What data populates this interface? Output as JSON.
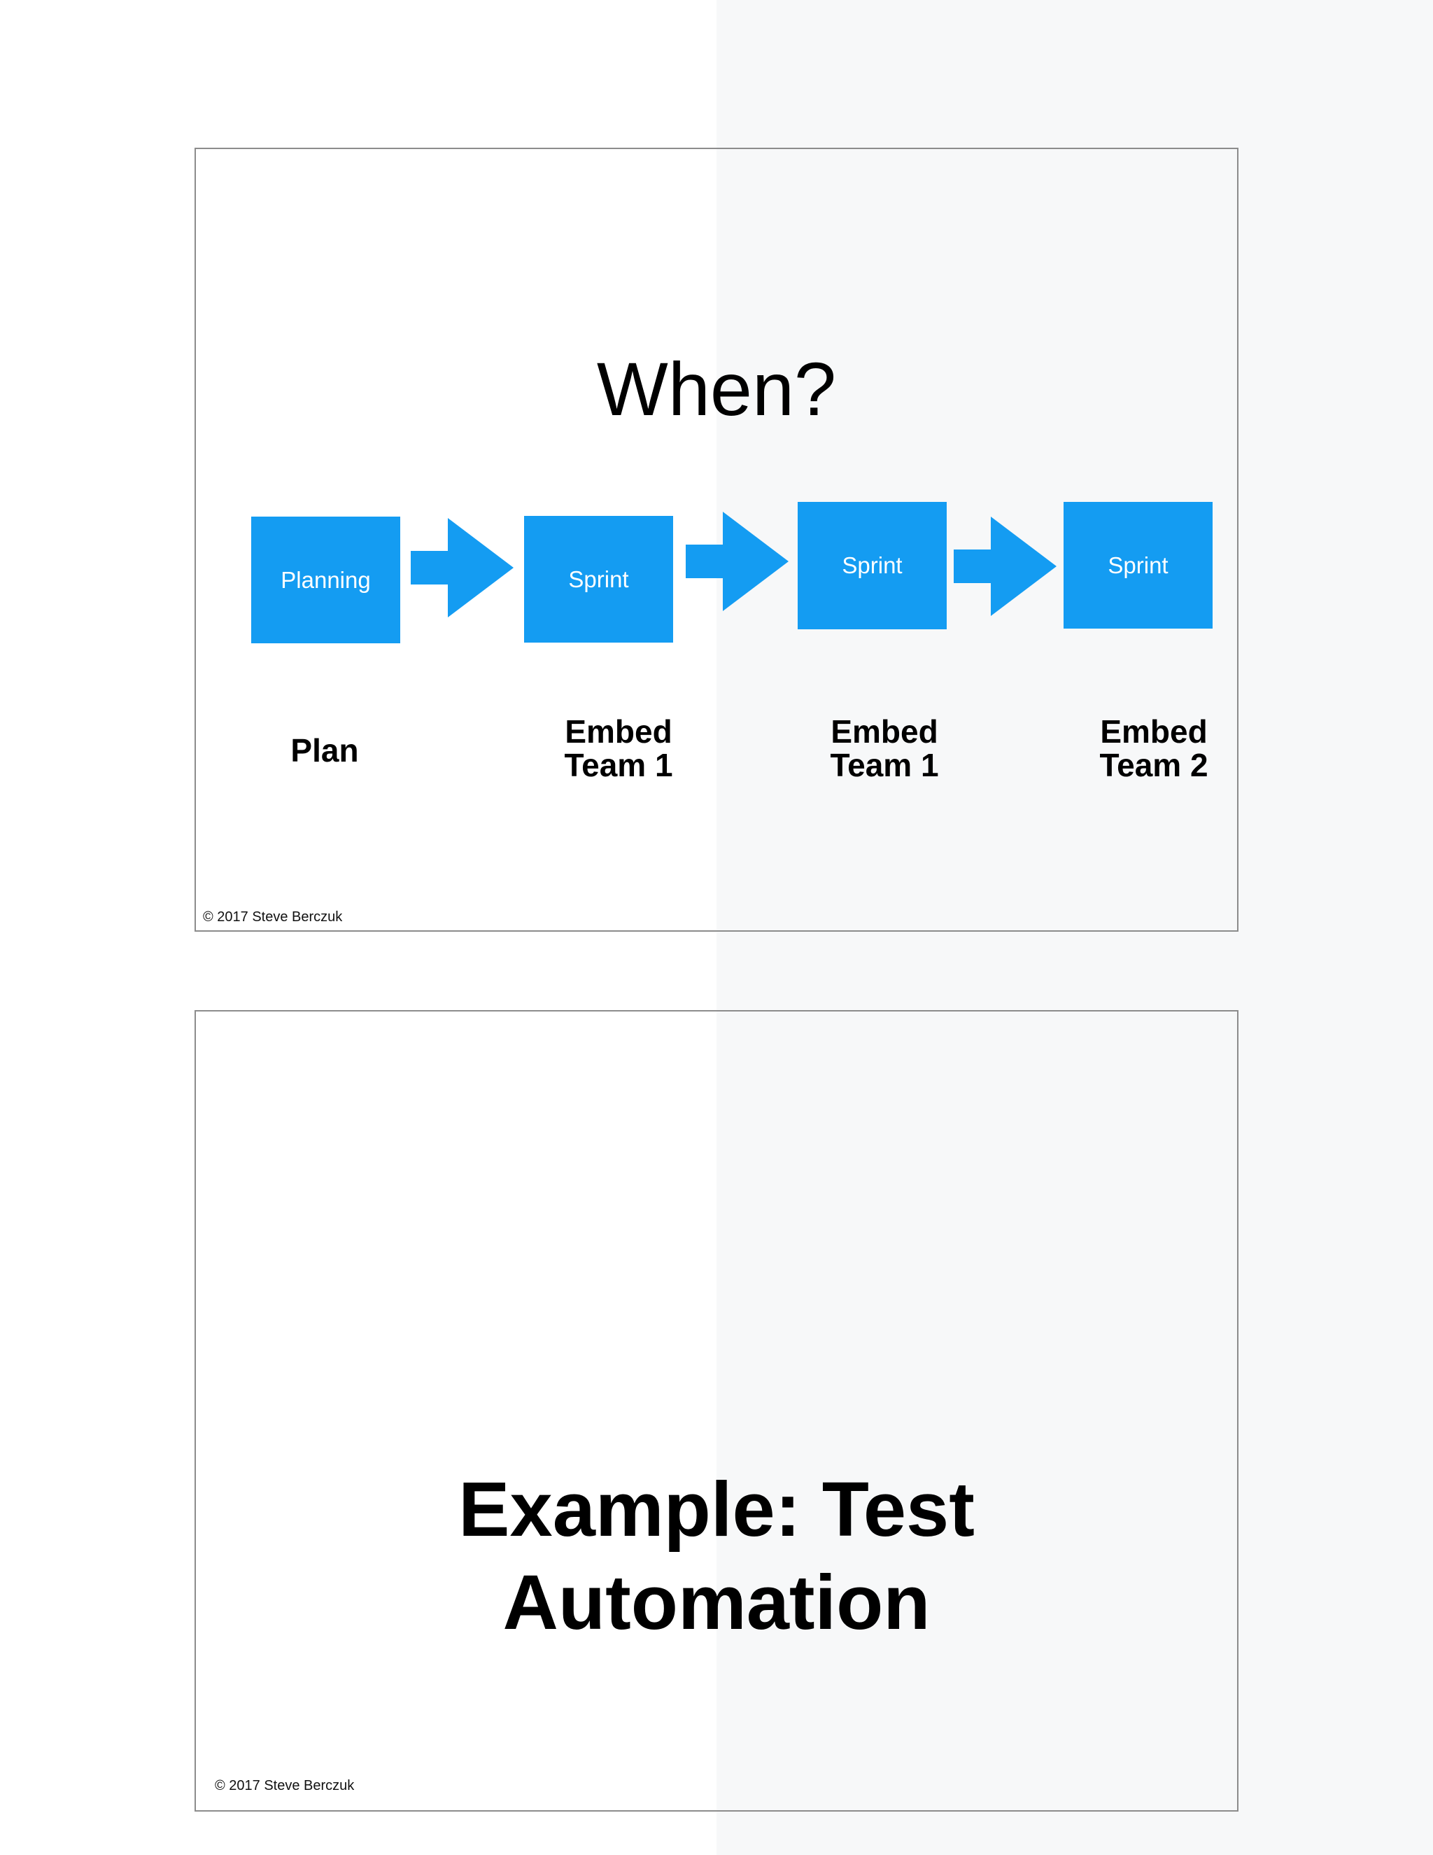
{
  "colors": {
    "accent_blue": "#149cf2",
    "box_text": "#ffffff",
    "slide_border": "#8c8c8c",
    "background_right_tint": "#f7f8f9",
    "text_black": "#000000"
  },
  "slide1": {
    "title": "When?",
    "flow": {
      "boxes": [
        {
          "label": "Planning"
        },
        {
          "label": "Sprint"
        },
        {
          "label": "Sprint"
        },
        {
          "label": "Sprint"
        }
      ]
    },
    "captions": [
      {
        "lines": [
          "Plan"
        ]
      },
      {
        "lines": [
          "Embed",
          "Team 1"
        ]
      },
      {
        "lines": [
          "Embed",
          "Team 1"
        ]
      },
      {
        "lines": [
          "Embed",
          "Team 2"
        ]
      }
    ],
    "copyright": "© 2017 Steve Berczuk"
  },
  "slide2": {
    "title_lines": [
      "Example: Test",
      "Automation"
    ],
    "copyright": "© 2017 Steve Berczuk"
  }
}
